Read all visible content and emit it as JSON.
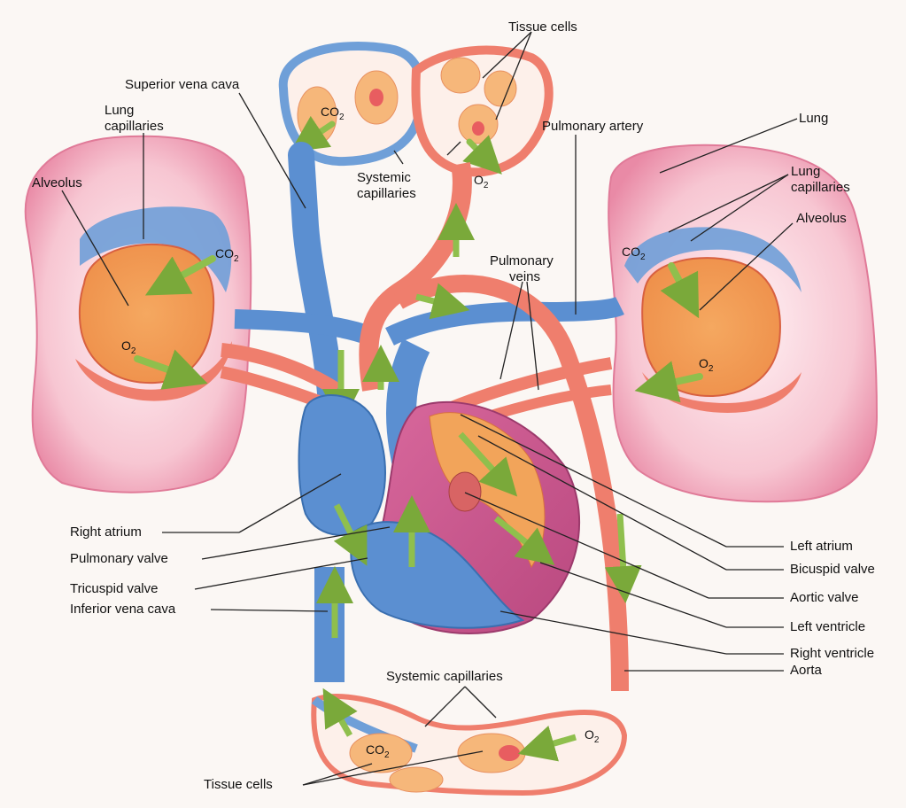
{
  "labels": {
    "tissue_cells_top": "Tissue cells",
    "superior_vena_cava": "Superior vena cava",
    "lung_capillaries_left_l1": "Lung",
    "lung_capillaries_left_l2": "capillaries",
    "alveolus_left": "Alveolus",
    "systemic_capillaries_top_l1": "Systemic",
    "systemic_capillaries_top_l2": "capillaries",
    "pulmonary_artery": "Pulmonary artery",
    "lung_right": "Lung",
    "lung_capillaries_right_l1": "Lung",
    "lung_capillaries_right_l2": "capillaries",
    "alveolus_right": "Alveolus",
    "pulmonary_veins_l1": "Pulmonary",
    "pulmonary_veins_l2": "veins",
    "right_atrium": "Right atrium",
    "pulmonary_valve": "Pulmonary valve",
    "tricuspid_valve": "Tricuspid valve",
    "inferior_vena_cava": "Inferior vena cava",
    "left_atrium": "Left atrium",
    "bicuspid_valve": "Bicuspid valve",
    "aortic_valve": "Aortic valve",
    "left_ventricle": "Left ventricle",
    "right_ventricle": "Right ventricle",
    "aorta": "Aorta",
    "systemic_capillaries_bottom": "Systemic capillaries",
    "tissue_cells_bottom": "Tissue cells"
  },
  "gases": {
    "co2": "CO",
    "co2_sub": "2",
    "o2": "O",
    "o2_sub": "2"
  },
  "colors": {
    "oxygen_poor_blood": "#5b8fd1",
    "oxygen_rich_blood": "#ee7a6a",
    "lung_tissue": "#f4b8c8",
    "alveolus": "#f2a45a",
    "heart_muscle": "#c8578f",
    "flow_arrow": "#8fbf4d"
  }
}
